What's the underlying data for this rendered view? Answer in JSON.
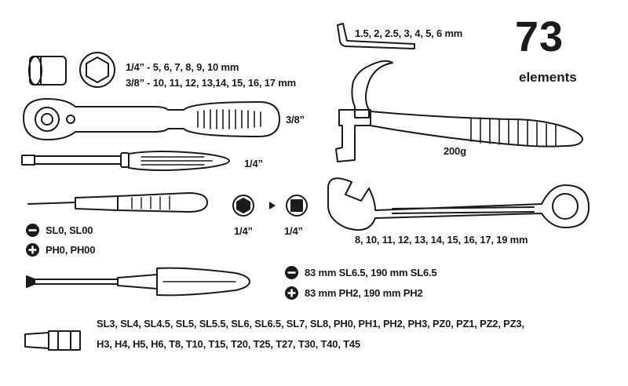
{
  "header": {
    "count": "73",
    "count_label": "elements"
  },
  "allen_keys": {
    "sizes": "1.5, 2, 2.5, 3, 4, 5, 6 mm"
  },
  "sockets": {
    "quarter": "1/4” - 5, 6, 7, 8, 9, 10 mm",
    "three_eighths": "3/8” - 10, 11, 12, 13,14, 15, 16, 17 mm"
  },
  "ratchet": {
    "drive": "3/8”"
  },
  "extension_handle": {
    "drive": "1/4”"
  },
  "hammer": {
    "weight": "200g"
  },
  "adapter": {
    "from": "1/4”",
    "to": "1/4”"
  },
  "precision_screwdrivers": {
    "slotted": "SL0, SL00",
    "phillips": "PH0, PH00"
  },
  "wrenches": {
    "sizes": "8, 10, 11, 12, 13, 14, 15, 16, 17, 19 mm"
  },
  "screwdrivers": {
    "slotted": "83 mm SL6.5, 190 mm SL6.5",
    "phillips": "83 mm PH2, 190 mm PH2"
  },
  "bits": {
    "line1": "SL3, SL4, SL4.5, SL5, SL5.5, SL6, SL6.5, SL7, SL8, PH0, PH1, PH2, PH3, PZ0, PZ1, PZ2, PZ3,",
    "line2": "H3, H4, H5, H6, T8, T10, T15, T20, T25, T27, T30, T40, T45"
  },
  "colors": {
    "ink": "#1a1a1a",
    "background": "#ffffff"
  },
  "icons": {
    "slotted": "minus-circle-icon",
    "phillips": "plus-circle-icon"
  }
}
